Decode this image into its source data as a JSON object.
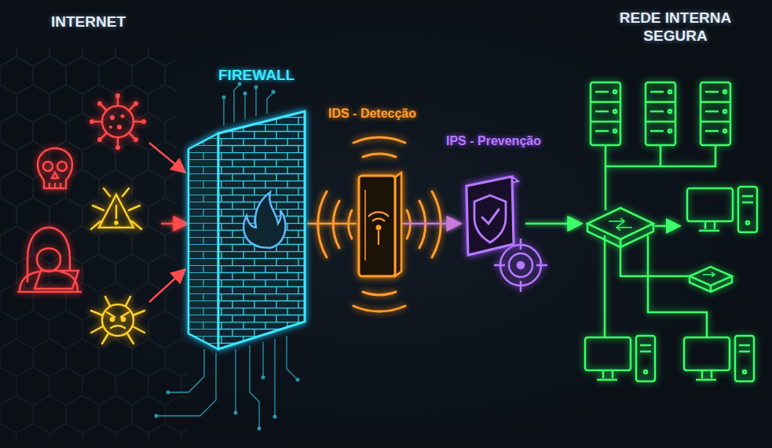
{
  "diagram": {
    "nodes": [
      {
        "text": [
          "INTERNET"
        ]
      },
      {
        "text": [
          "FIREWALL"
        ]
      },
      {
        "text": [
          "IDS - Detecção"
        ]
      },
      {
        "text": [
          "IPS - Prevenção"
        ]
      },
      {
        "text": [
          "REDE INTERNA SEGURA"
        ]
      }
    ],
    "edges": [
      {
        "from": 0,
        "to": 1,
        "arrow": "to"
      },
      {
        "from": 1,
        "to": 2,
        "arrow": "none"
      },
      {
        "from": 2,
        "to": 3,
        "arrow": "to"
      },
      {
        "from": 3,
        "to": 4,
        "arrow": "to"
      }
    ]
  }
}
